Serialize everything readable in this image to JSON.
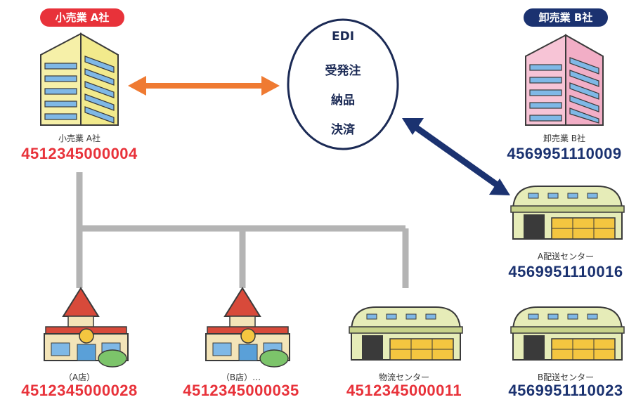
{
  "header_badges": {
    "retailer": "小売業 A社",
    "wholesaler": "卸売業 B社"
  },
  "edi_bubble": {
    "lines": [
      "EDI",
      "受発注",
      "納品",
      "決済"
    ]
  },
  "entities": {
    "retailer": {
      "name": "小売業 A社",
      "code": "4512345000004"
    },
    "wholesaler": {
      "name": "卸売業 B社",
      "code": "4569951110009"
    },
    "dist_center_a": {
      "name": "A配送センター",
      "code": "4569951110016"
    },
    "dist_center_b": {
      "name": "B配送センター",
      "code": "4569951110023"
    },
    "store_a": {
      "name": "（A店）",
      "code": "4512345000028"
    },
    "store_b": {
      "name": "（B店）…",
      "code": "4512345000035"
    },
    "logistics_center": {
      "name": "物流センター",
      "code": "4512345000011"
    }
  },
  "colors": {
    "retailer_accent": "#e8323a",
    "wholesaler_accent": "#1b3270",
    "arrow_orange": "#ef7a32",
    "arrow_navy": "#1b3270",
    "connector_gray": "#b4b4b4"
  }
}
